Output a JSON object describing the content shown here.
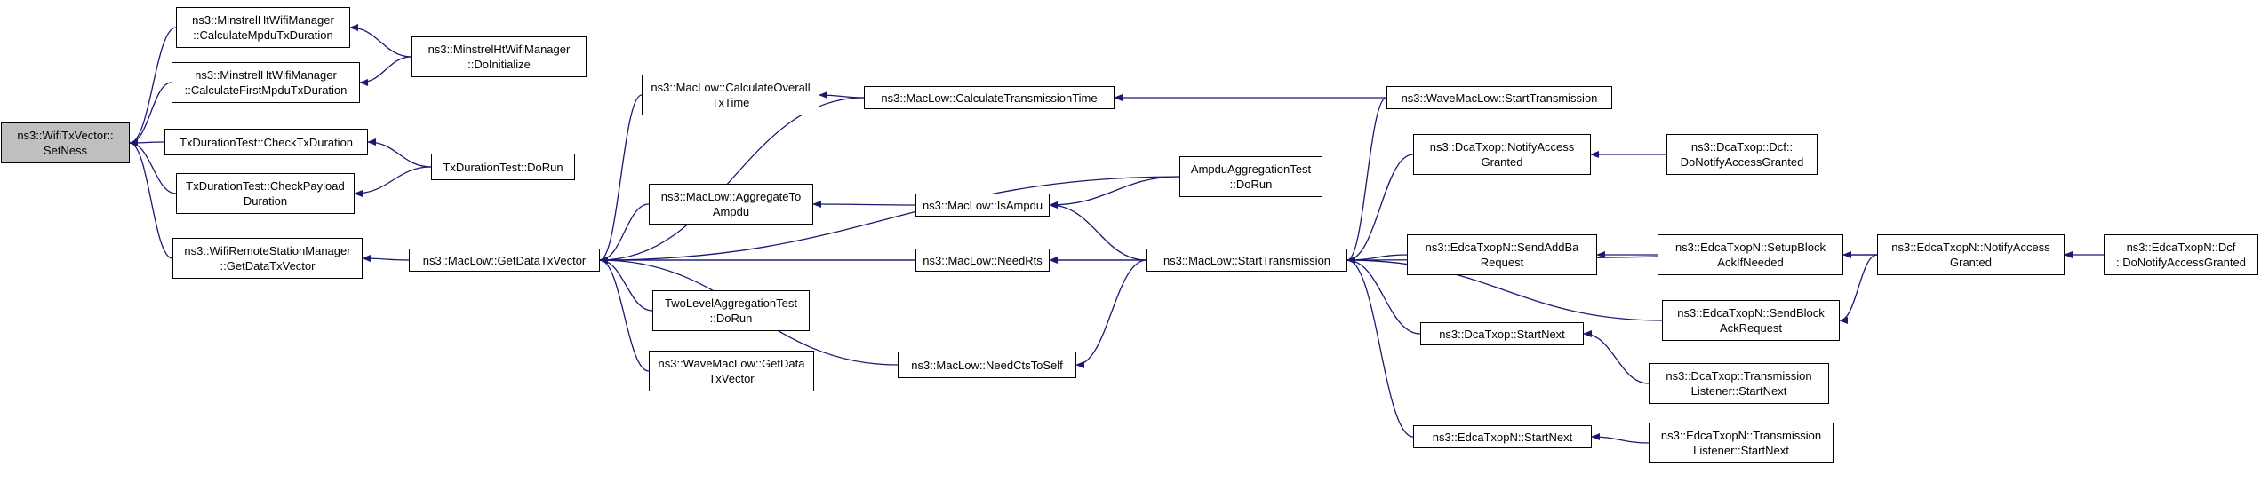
{
  "colors": {
    "edge": "#191970",
    "node_border": "#000000",
    "node_fill": "#ffffff",
    "root_fill": "#bfbfbf"
  },
  "nodes": [
    {
      "id": "n0",
      "lines": [
        "ns3::WifiTxVector::",
        "SetNess"
      ],
      "root": true
    },
    {
      "id": "n1",
      "lines": [
        "ns3::MinstrelHtWifiManager",
        "::CalculateMpduTxDuration"
      ]
    },
    {
      "id": "n2",
      "lines": [
        "ns3::MinstrelHtWifiManager",
        "::CalculateFirstMpduTxDuration"
      ]
    },
    {
      "id": "n3",
      "lines": [
        "TxDurationTest::CheckTxDuration"
      ]
    },
    {
      "id": "n4",
      "lines": [
        "TxDurationTest::CheckPayload",
        "Duration"
      ]
    },
    {
      "id": "n5",
      "lines": [
        "ns3::WifiRemoteStationManager",
        "::GetDataTxVector"
      ]
    },
    {
      "id": "n6",
      "lines": [
        "ns3::MinstrelHtWifiManager",
        "::DoInitialize"
      ]
    },
    {
      "id": "n7",
      "lines": [
        "TxDurationTest::DoRun"
      ]
    },
    {
      "id": "n8",
      "lines": [
        "ns3::MacLow::GetDataTxVector"
      ]
    },
    {
      "id": "n9",
      "lines": [
        "ns3::MacLow::CalculateOverall",
        "TxTime"
      ]
    },
    {
      "id": "n10",
      "lines": [
        "ns3::MacLow::AggregateTo",
        "Ampdu"
      ]
    },
    {
      "id": "n11",
      "lines": [
        "TwoLevelAggregationTest",
        "::DoRun"
      ]
    },
    {
      "id": "n12",
      "lines": [
        "ns3::WaveMacLow::GetData",
        "TxVector"
      ]
    },
    {
      "id": "n13",
      "lines": [
        "ns3::MacLow::NeedCtsToSelf"
      ]
    },
    {
      "id": "n14",
      "lines": [
        "ns3::MacLow::CalculateTransmissionTime"
      ]
    },
    {
      "id": "n15",
      "lines": [
        "ns3::MacLow::IsAmpdu"
      ]
    },
    {
      "id": "n16",
      "lines": [
        "ns3::MacLow::NeedRts"
      ]
    },
    {
      "id": "n17",
      "lines": [
        "AmpduAggregationTest",
        "::DoRun"
      ]
    },
    {
      "id": "n18",
      "lines": [
        "ns3::MacLow::StartTransmission"
      ]
    },
    {
      "id": "n19",
      "lines": [
        "ns3::WaveMacLow::StartTransmission"
      ]
    },
    {
      "id": "n20",
      "lines": [
        "ns3::DcaTxop::NotifyAccess",
        "Granted"
      ]
    },
    {
      "id": "n21",
      "lines": [
        "ns3::EdcaTxopN::SendAddBa",
        "Request"
      ]
    },
    {
      "id": "n22",
      "lines": [
        "ns3::DcaTxop::StartNext"
      ]
    },
    {
      "id": "n23",
      "lines": [
        "ns3::EdcaTxopN::StartNext"
      ]
    },
    {
      "id": "n24",
      "lines": [
        "ns3::DcaTxop::Dcf::",
        "DoNotifyAccessGranted"
      ]
    },
    {
      "id": "n25",
      "lines": [
        "ns3::EdcaTxopN::SetupBlock",
        "AckIfNeeded"
      ]
    },
    {
      "id": "n26",
      "lines": [
        "ns3::EdcaTxopN::SendBlock",
        "AckRequest"
      ]
    },
    {
      "id": "n27",
      "lines": [
        "ns3::DcaTxop::Transmission",
        "Listener::StartNext"
      ]
    },
    {
      "id": "n28",
      "lines": [
        "ns3::EdcaTxopN::Transmission",
        "Listener::StartNext"
      ]
    },
    {
      "id": "n29",
      "lines": [
        "ns3::EdcaTxopN::NotifyAccess",
        "Granted"
      ]
    },
    {
      "id": "n30",
      "lines": [
        "ns3::EdcaTxopN::Dcf",
        "::DoNotifyAccessGranted"
      ]
    }
  ],
  "edges": [
    [
      "n1",
      "n0"
    ],
    [
      "n2",
      "n0"
    ],
    [
      "n3",
      "n0"
    ],
    [
      "n4",
      "n0"
    ],
    [
      "n5",
      "n0"
    ],
    [
      "n6",
      "n1"
    ],
    [
      "n6",
      "n2"
    ],
    [
      "n7",
      "n3"
    ],
    [
      "n7",
      "n4"
    ],
    [
      "n8",
      "n5"
    ],
    [
      "n9",
      "n8"
    ],
    [
      "n10",
      "n8"
    ],
    [
      "n11",
      "n8"
    ],
    [
      "n12",
      "n8"
    ],
    [
      "n13",
      "n8"
    ],
    [
      "n14",
      "n8"
    ],
    [
      "n16",
      "n8"
    ],
    [
      "n17",
      "n8"
    ],
    [
      "n18",
      "n8"
    ],
    [
      "n14",
      "n9"
    ],
    [
      "n15",
      "n10"
    ],
    [
      "n19",
      "n14"
    ],
    [
      "n17",
      "n15"
    ],
    [
      "n18",
      "n15"
    ],
    [
      "n18",
      "n16"
    ],
    [
      "n18",
      "n13"
    ],
    [
      "n19",
      "n18"
    ],
    [
      "n20",
      "n18"
    ],
    [
      "n21",
      "n18"
    ],
    [
      "n22",
      "n18"
    ],
    [
      "n23",
      "n18"
    ],
    [
      "n26",
      "n18"
    ],
    [
      "n29",
      "n18"
    ],
    [
      "n24",
      "n20"
    ],
    [
      "n25",
      "n21"
    ],
    [
      "n27",
      "n22"
    ],
    [
      "n28",
      "n23"
    ],
    [
      "n29",
      "n25"
    ],
    [
      "n29",
      "n26"
    ],
    [
      "n30",
      "n29"
    ]
  ]
}
